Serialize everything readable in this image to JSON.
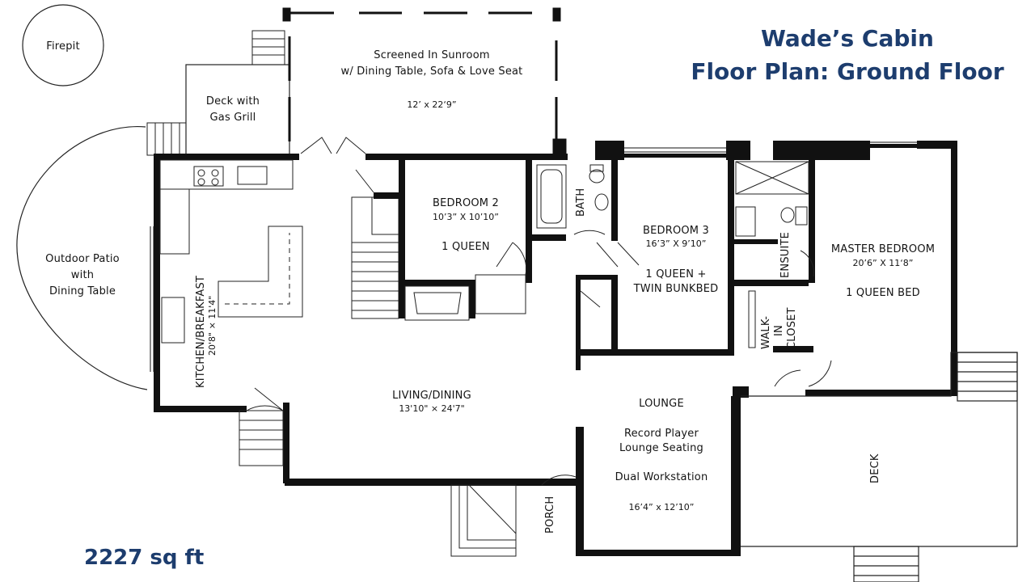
{
  "title": {
    "line1": "Wade’s Cabin",
    "line2": "Floor Plan: Ground Floor"
  },
  "area": "2227 sq ft",
  "labels": {
    "firepit": "Firepit",
    "sunroom_name": "Screened In Sunroom",
    "sunroom_desc": "w/ Dining Table, Sofa & Love Seat",
    "sunroom_dim": "12’ x 22‘9”",
    "deck_grill_1": "Deck with",
    "deck_grill_2": "Gas Grill",
    "patio_1": "Outdoor Patio",
    "patio_2": "with",
    "patio_3": "Dining Table",
    "kitchen_name": "KITCHEN/BREAKFAST",
    "kitchen_dim": "20'8\" × 11'4\"",
    "living_name": "LIVING/DINING",
    "living_dim": "13'10\" × 24'7\"",
    "bed2_name": "BEDROOM 2",
    "bed2_dim": "10’3” X 10’10”",
    "bed2_bed": "1 QUEEN",
    "bath": "BATH",
    "bed3_name": "BEDROOM 3",
    "bed3_dim": "16’3” X 9’10”",
    "bed3_bed1": "1 QUEEN +",
    "bed3_bed2": "TWIN BUNKBED",
    "ensuite": "ENSUITE",
    "master_name": "MASTER BEDROOM",
    "master_dim": "20’6” X 11‘8”",
    "master_bed": "1 QUEEN BED",
    "closet_1": "WALK-",
    "closet_2": "IN",
    "closet_3": "CLOSET",
    "lounge_name": "LOUNGE",
    "lounge_item1": "Record Player",
    "lounge_item2": "Lounge Seating",
    "lounge_item3": "Dual Workstation",
    "lounge_dim": "16’4” x 12’10”",
    "porch": "PORCH",
    "deck": "DECK"
  },
  "colors": {
    "wall": "#111111",
    "title": "#1d3d6e",
    "line": "#222222"
  }
}
